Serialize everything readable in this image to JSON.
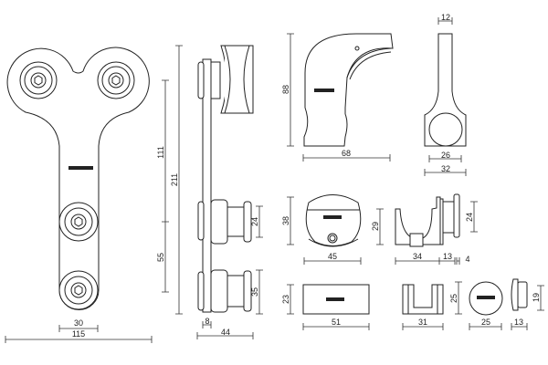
{
  "drawing": {
    "roller_front": {
      "width_stem": "30",
      "width_total": "115"
    },
    "roller_side": {
      "height_upper": "111",
      "height_total": "211",
      "height_lower": "55",
      "plate_thickness": "8",
      "depth_total": "44",
      "wheel_a": "24",
      "wheel_b": "35"
    },
    "stopper_side": {
      "height": "88",
      "width": "68"
    },
    "stopper_front": {
      "top_width": "12",
      "inner_width": "26",
      "outer_width": "32"
    },
    "guide_round": {
      "height": "38",
      "width": "45",
      "inner_height": "29"
    },
    "guide_clip": {
      "width": "34",
      "spacer": "13",
      "gap": "4",
      "roller_height": "24"
    },
    "bottom_block": {
      "height": "23",
      "width": "51"
    },
    "u_guide": {
      "height": "25",
      "width": "31"
    },
    "cap_disc": {
      "width": "25"
    },
    "small_roller": {
      "height": "19",
      "width": "13"
    }
  }
}
